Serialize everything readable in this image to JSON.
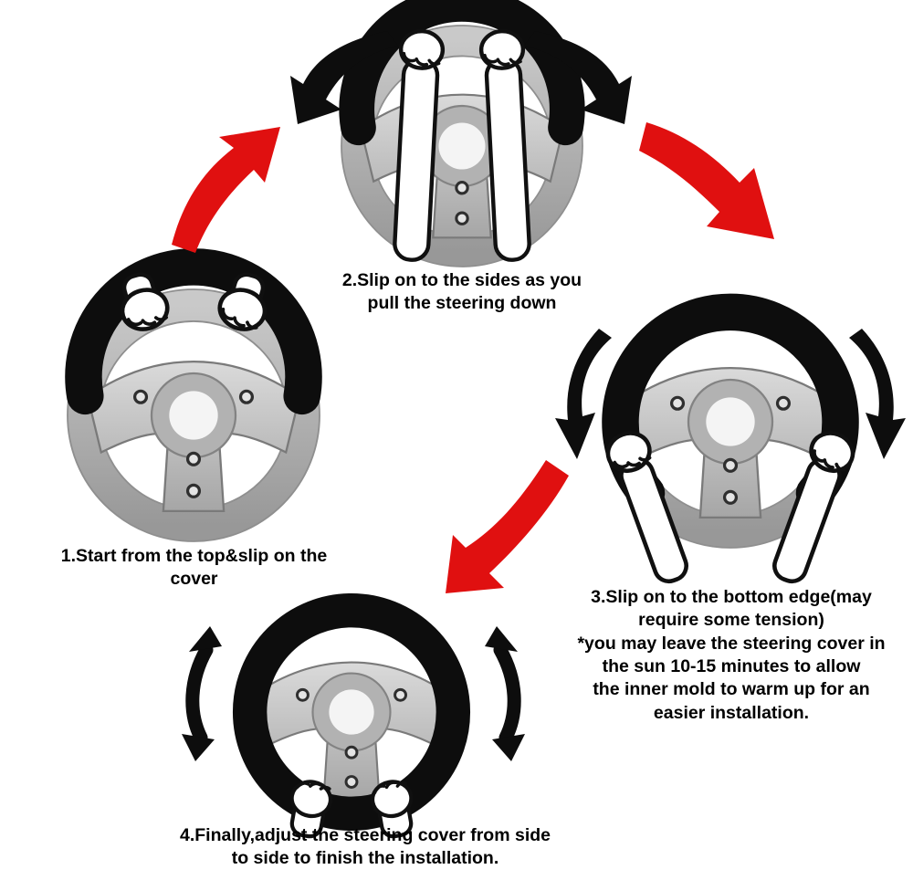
{
  "title": "steering wheel cover installation instructions",
  "steps": [
    {
      "id": 1,
      "lines": [
        "1.Start from the top&slip on the",
        "cover"
      ]
    },
    {
      "id": 2,
      "lines": [
        "2.Slip on to the sides as you",
        "pull the steering down"
      ]
    },
    {
      "id": 3,
      "lines": [
        "3.Slip on to the bottom edge(may",
        "require some tension)",
        "*you may leave the steering cover in",
        "the sun 10-15 minutes to allow",
        "the inner mold to warm up for an",
        "easier installation."
      ]
    },
    {
      "id": 4,
      "lines": [
        "4.Finally,adjust the steering cover from side",
        "to side to finish the installation."
      ]
    }
  ],
  "colors": {
    "arrow_red": "#e01010",
    "cover_black": "#0d0d0d",
    "wheel_gray": "#b0b0b0",
    "background": "#ffffff"
  },
  "icons": {
    "red_curved_arrow": "next-step-arrow",
    "black_curved_arrow": "pull-down-arrow",
    "double_headed_arrow": "adjust-up-down-arrow"
  }
}
